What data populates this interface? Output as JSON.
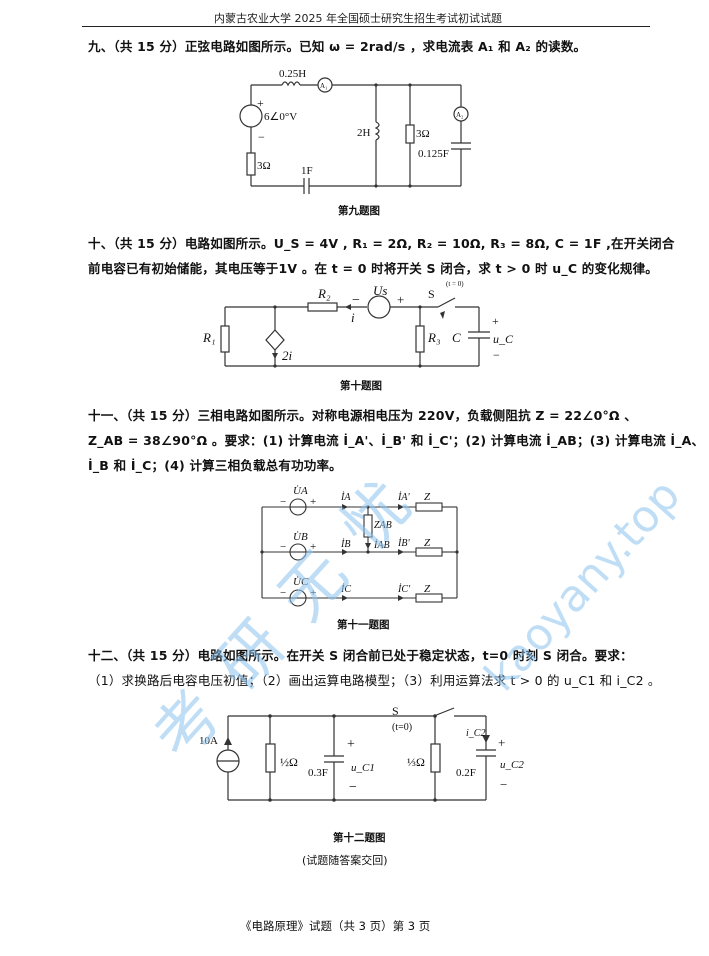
{
  "header": {
    "title": "内蒙古农业大学 2025 年全国硕士研究生招生考试初试试题"
  },
  "questions": [
    {
      "number": "九、",
      "points": "（共 15 分）",
      "text_line1": "正弦电路如图所示。已知 ω = 2rad/s ，求电流表 A₁ 和 A₂ 的读数。",
      "figure_caption": "第九题图",
      "circuit": {
        "source": "6∠0°V",
        "inductor_series": "0.25H",
        "ammeter1": "A₁",
        "ammeter2": "A₂",
        "resistor_series": "3Ω",
        "capacitor_series": "1F",
        "inductor_parallel": "2H",
        "resistor_parallel": "3Ω",
        "capacitor_parallel": "0.125F",
        "plus": "+",
        "minus": "−"
      }
    },
    {
      "number": "十、",
      "points": "（共 15 分）",
      "text_line1": "电路如图所示。U_S = 4V , R₁ = 2Ω, R₂ = 10Ω, R₃ = 8Ω, C = 1F ,在开关闭合",
      "text_line2": "前电容已有初始储能，其电压等于1V 。在 t = 0 时将开关 S 闭合，求 t > 0 时 u_C 的变化规律。",
      "figure_caption": "第十题图",
      "circuit": {
        "R1": "R₁",
        "R2": "R₂",
        "R3": "R₃",
        "C": "C",
        "Us": "Us",
        "dep_source": "2i",
        "current": "i",
        "switch": "S",
        "switch_time": "(t = 0)",
        "uc": "u_C",
        "plus": "+",
        "minus": "−"
      }
    },
    {
      "number": "十一、",
      "points": "（共 15 分）",
      "text_line1": "三相电路如图所示。对称电源相电压为 220V，负载侧阻抗 Z = 22∠0°Ω 、",
      "text_line2": "Z_AB = 38∠90°Ω 。要求：(1) 计算电流 İ_A'、İ_B' 和 İ_C'；(2) 计算电流 İ_AB；(3) 计算电流 İ_A、",
      "text_line3": "İ_B 和 İ_C；(4) 计算三相负载总有功功率。",
      "figure_caption": "第十一题图",
      "circuit": {
        "UA": "U̇A",
        "UB": "U̇B",
        "UC": "U̇C",
        "IA": "İA",
        "IB": "İB",
        "IC": "İC",
        "IA2": "İA'",
        "IB2": "İB'",
        "IC2": "İC'",
        "ZAB": "ZAB",
        "IAB": "İAB",
        "Z": "Z",
        "plus": "+",
        "minus": "−"
      }
    },
    {
      "number": "十二、",
      "points": "（共 15 分）",
      "text_line1": "电路如图所示。在开关 S 闭合前已处于稳定状态，t=0 时刻 S 闭合。要求：",
      "text_line2": "（1）求换路后电容电压初值；（2）画出运算电路模型；（3）利用运算法求 t > 0 的 u_C1 和 i_C2 。",
      "figure_caption": "第十二题图",
      "note": "(试题随答案交回)",
      "circuit": {
        "source": "10A",
        "R_half": "½Ω",
        "C1": "0.3F",
        "uC1": "u_C1",
        "switch": "S",
        "switch_time": "(t=0)",
        "R_third": "⅓Ω",
        "C2": "0.2F",
        "iC2": "i_C2",
        "uC2": "u_C2",
        "plus": "+",
        "minus": "−"
      }
    }
  ],
  "footer": {
    "text": "《电路原理》试题（共 3 页）第 3 页"
  },
  "watermark": {
    "text1": "考研无忧",
    "text2": "kaoyany.top"
  }
}
